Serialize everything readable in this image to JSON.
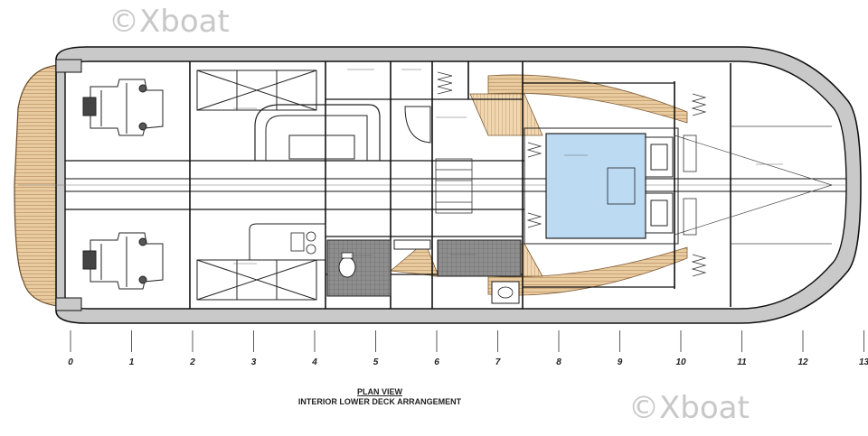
{
  "watermarks": [
    "©Xboat",
    "©Xboat"
  ],
  "title": {
    "line1": "PLAN VIEW",
    "line2": "INTERIOR LOWER DECK ARRANGEMENT"
  },
  "frames": [
    "0",
    "1",
    "2",
    "3",
    "4",
    "5",
    "6",
    "7",
    "8",
    "9",
    "10",
    "11",
    "12",
    "13"
  ],
  "colors": {
    "hull_gray": "#c9c9c9",
    "teak": "#e7c79a",
    "berth_blue": "#bcdaf2",
    "tile_gray": "#9a9a9a",
    "line": "#111111"
  },
  "icons": [
    "port-engine-icon",
    "starboard-engine-icon",
    "toilet-icon",
    "sink-icon",
    "stove-icon",
    "door-arc-icon"
  ]
}
